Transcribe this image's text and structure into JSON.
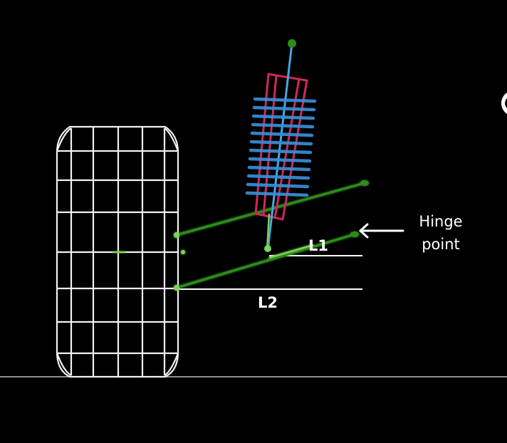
{
  "diagram": {
    "labels": {
      "hinge_line1": "Hinge",
      "hinge_line2": "point",
      "l1": "L1",
      "l2": "L2"
    },
    "colors": {
      "background": "#000000",
      "tire_wireframe": "#f2f2f2",
      "control_arm": "#2e8b1e",
      "control_arm_highlight": "#7cd45a",
      "spring_coils": "#3a8fd8",
      "damper_body": "#d0285a",
      "shock_rod": "#4aa6e0",
      "reference_lines": "#ffffff",
      "ground_line": "#bfbfbf"
    },
    "icons": {
      "hinge_arrow": "arrow-left-icon",
      "edge_mark": "partial-circle-icon"
    }
  }
}
